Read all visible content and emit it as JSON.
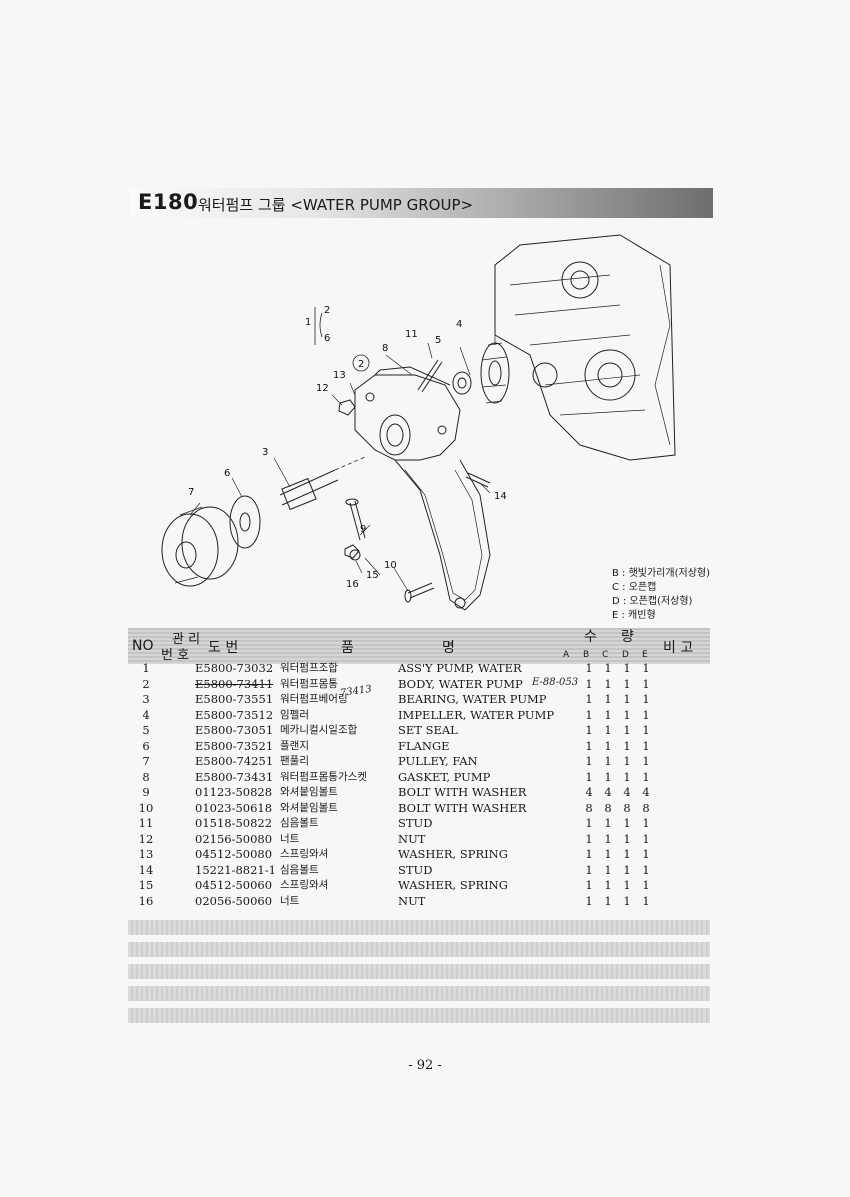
{
  "header": {
    "code": "E180",
    "title": "워터펌프 그룹 <WATER PUMP GROUP>"
  },
  "diagram": {
    "callouts": [
      "1",
      "2",
      "6",
      "11",
      "4",
      "8",
      "5",
      "13",
      "2",
      "12",
      "3",
      "6",
      "7",
      "14",
      "9",
      "10",
      "15",
      "16"
    ],
    "bracket_tilde": "~"
  },
  "legend": [
    "B : 햇빛가리개(저상형)",
    "C : 오픈캡",
    "D : 오픈캡(저상형)",
    "E : 캐빈형"
  ],
  "table_header": {
    "no": "NO",
    "mgmt_top": "관 리",
    "mgmt_bottom": "번 호",
    "drawing": "도  번",
    "name_1": "품",
    "name_2": "명",
    "qty_1": "수",
    "qty_2": "량",
    "qty_cols": [
      "A",
      "B",
      "C",
      "D",
      "E"
    ],
    "remark": "비 고"
  },
  "rows": [
    {
      "no": "1",
      "part": "E5800-73032",
      "kor": "워터펌프조합",
      "eng": "ASS'Y PUMP, WATER",
      "q": [
        "1",
        "1",
        "1",
        "1"
      ]
    },
    {
      "no": "2",
      "part": "E5800-73411",
      "kor": "워터펌프몸통",
      "eng": "BODY, WATER PUMP",
      "q": [
        "1",
        "1",
        "1",
        "1"
      ]
    },
    {
      "no": "3",
      "part": "E5800-73551",
      "kor": "워터펌프베어링",
      "eng": "BEARING, WATER PUMP",
      "q": [
        "1",
        "1",
        "1",
        "1"
      ]
    },
    {
      "no": "4",
      "part": "E5800-73512",
      "kor": "임펠러",
      "eng": "IMPELLER, WATER PUMP",
      "q": [
        "1",
        "1",
        "1",
        "1"
      ]
    },
    {
      "no": "5",
      "part": "E5800-73051",
      "kor": "메카니컬시일조합",
      "eng": "SET SEAL",
      "q": [
        "1",
        "1",
        "1",
        "1"
      ]
    },
    {
      "no": "6",
      "part": "E5800-73521",
      "kor": "플랜지",
      "eng": "FLANGE",
      "q": [
        "1",
        "1",
        "1",
        "1"
      ]
    },
    {
      "no": "7",
      "part": "E5800-74251",
      "kor": "팬풀리",
      "eng": "PULLEY, FAN",
      "q": [
        "1",
        "1",
        "1",
        "1"
      ]
    },
    {
      "no": "8",
      "part": "E5800-73431",
      "kor": "워터펌프몸통가스켓",
      "eng": "GASKET, PUMP",
      "q": [
        "1",
        "1",
        "1",
        "1"
      ]
    },
    {
      "no": "9",
      "part": "01123-50828",
      "kor": "와셔붙임볼트",
      "eng": "BOLT WITH WASHER",
      "q": [
        "4",
        "4",
        "4",
        "4"
      ]
    },
    {
      "no": "10",
      "part": "01023-50618",
      "kor": "와셔붙임볼트",
      "eng": "BOLT WITH WASHER",
      "q": [
        "8",
        "8",
        "8",
        "8"
      ]
    },
    {
      "no": "11",
      "part": "01518-50822",
      "kor": "심음볼트",
      "eng": "STUD",
      "q": [
        "1",
        "1",
        "1",
        "1"
      ]
    },
    {
      "no": "12",
      "part": "02156-50080",
      "kor": "너트",
      "eng": "NUT",
      "q": [
        "1",
        "1",
        "1",
        "1"
      ]
    },
    {
      "no": "13",
      "part": "04512-50080",
      "kor": "스프링와셔",
      "eng": "WASHER, SPRING",
      "q": [
        "1",
        "1",
        "1",
        "1"
      ]
    },
    {
      "no": "14",
      "part": "15221-8821-1",
      "kor": "심음볼트",
      "eng": "STUD",
      "q": [
        "1",
        "1",
        "1",
        "1"
      ]
    },
    {
      "no": "15",
      "part": "04512-50060",
      "kor": "스프링와셔",
      "eng": "WASHER, SPRING",
      "q": [
        "1",
        "1",
        "1",
        "1"
      ]
    },
    {
      "no": "16",
      "part": "02056-50060",
      "kor": "너트",
      "eng": "NUT",
      "q": [
        "1",
        "1",
        "1",
        "1"
      ]
    }
  ],
  "handwritten": {
    "row2_note": "E-88-053",
    "row3_note": "73413"
  },
  "page_number": "- 92 -"
}
